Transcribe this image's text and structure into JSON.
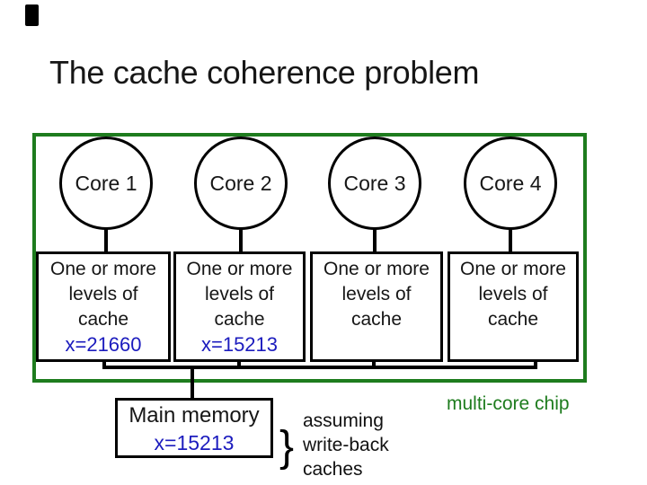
{
  "slide": {
    "title": "The cache coherence problem"
  },
  "chip": {
    "label": "multi-core chip",
    "cores": [
      {
        "label": "Core 1"
      },
      {
        "label": "Core 2"
      },
      {
        "label": "Core 3"
      },
      {
        "label": "Core 4"
      }
    ],
    "caches": [
      {
        "line1": "One or more",
        "line2": "levels of",
        "line3": "cache",
        "value": "x=21660"
      },
      {
        "line1": "One or more",
        "line2": "levels of",
        "line3": "cache",
        "value": "x=15213"
      },
      {
        "line1": "One or more",
        "line2": "levels of",
        "line3": "cache"
      },
      {
        "line1": "One or more",
        "line2": "levels of",
        "line3": "cache"
      }
    ]
  },
  "memory": {
    "label": "Main memory",
    "value": "x=15213"
  },
  "note": {
    "brace": "}",
    "line1": "assuming",
    "line2": "write-back",
    "line3": "caches"
  },
  "colors": {
    "chip_green": "#1e7c1e",
    "value_blue": "#1c1cbe",
    "line_black": "#000000"
  }
}
